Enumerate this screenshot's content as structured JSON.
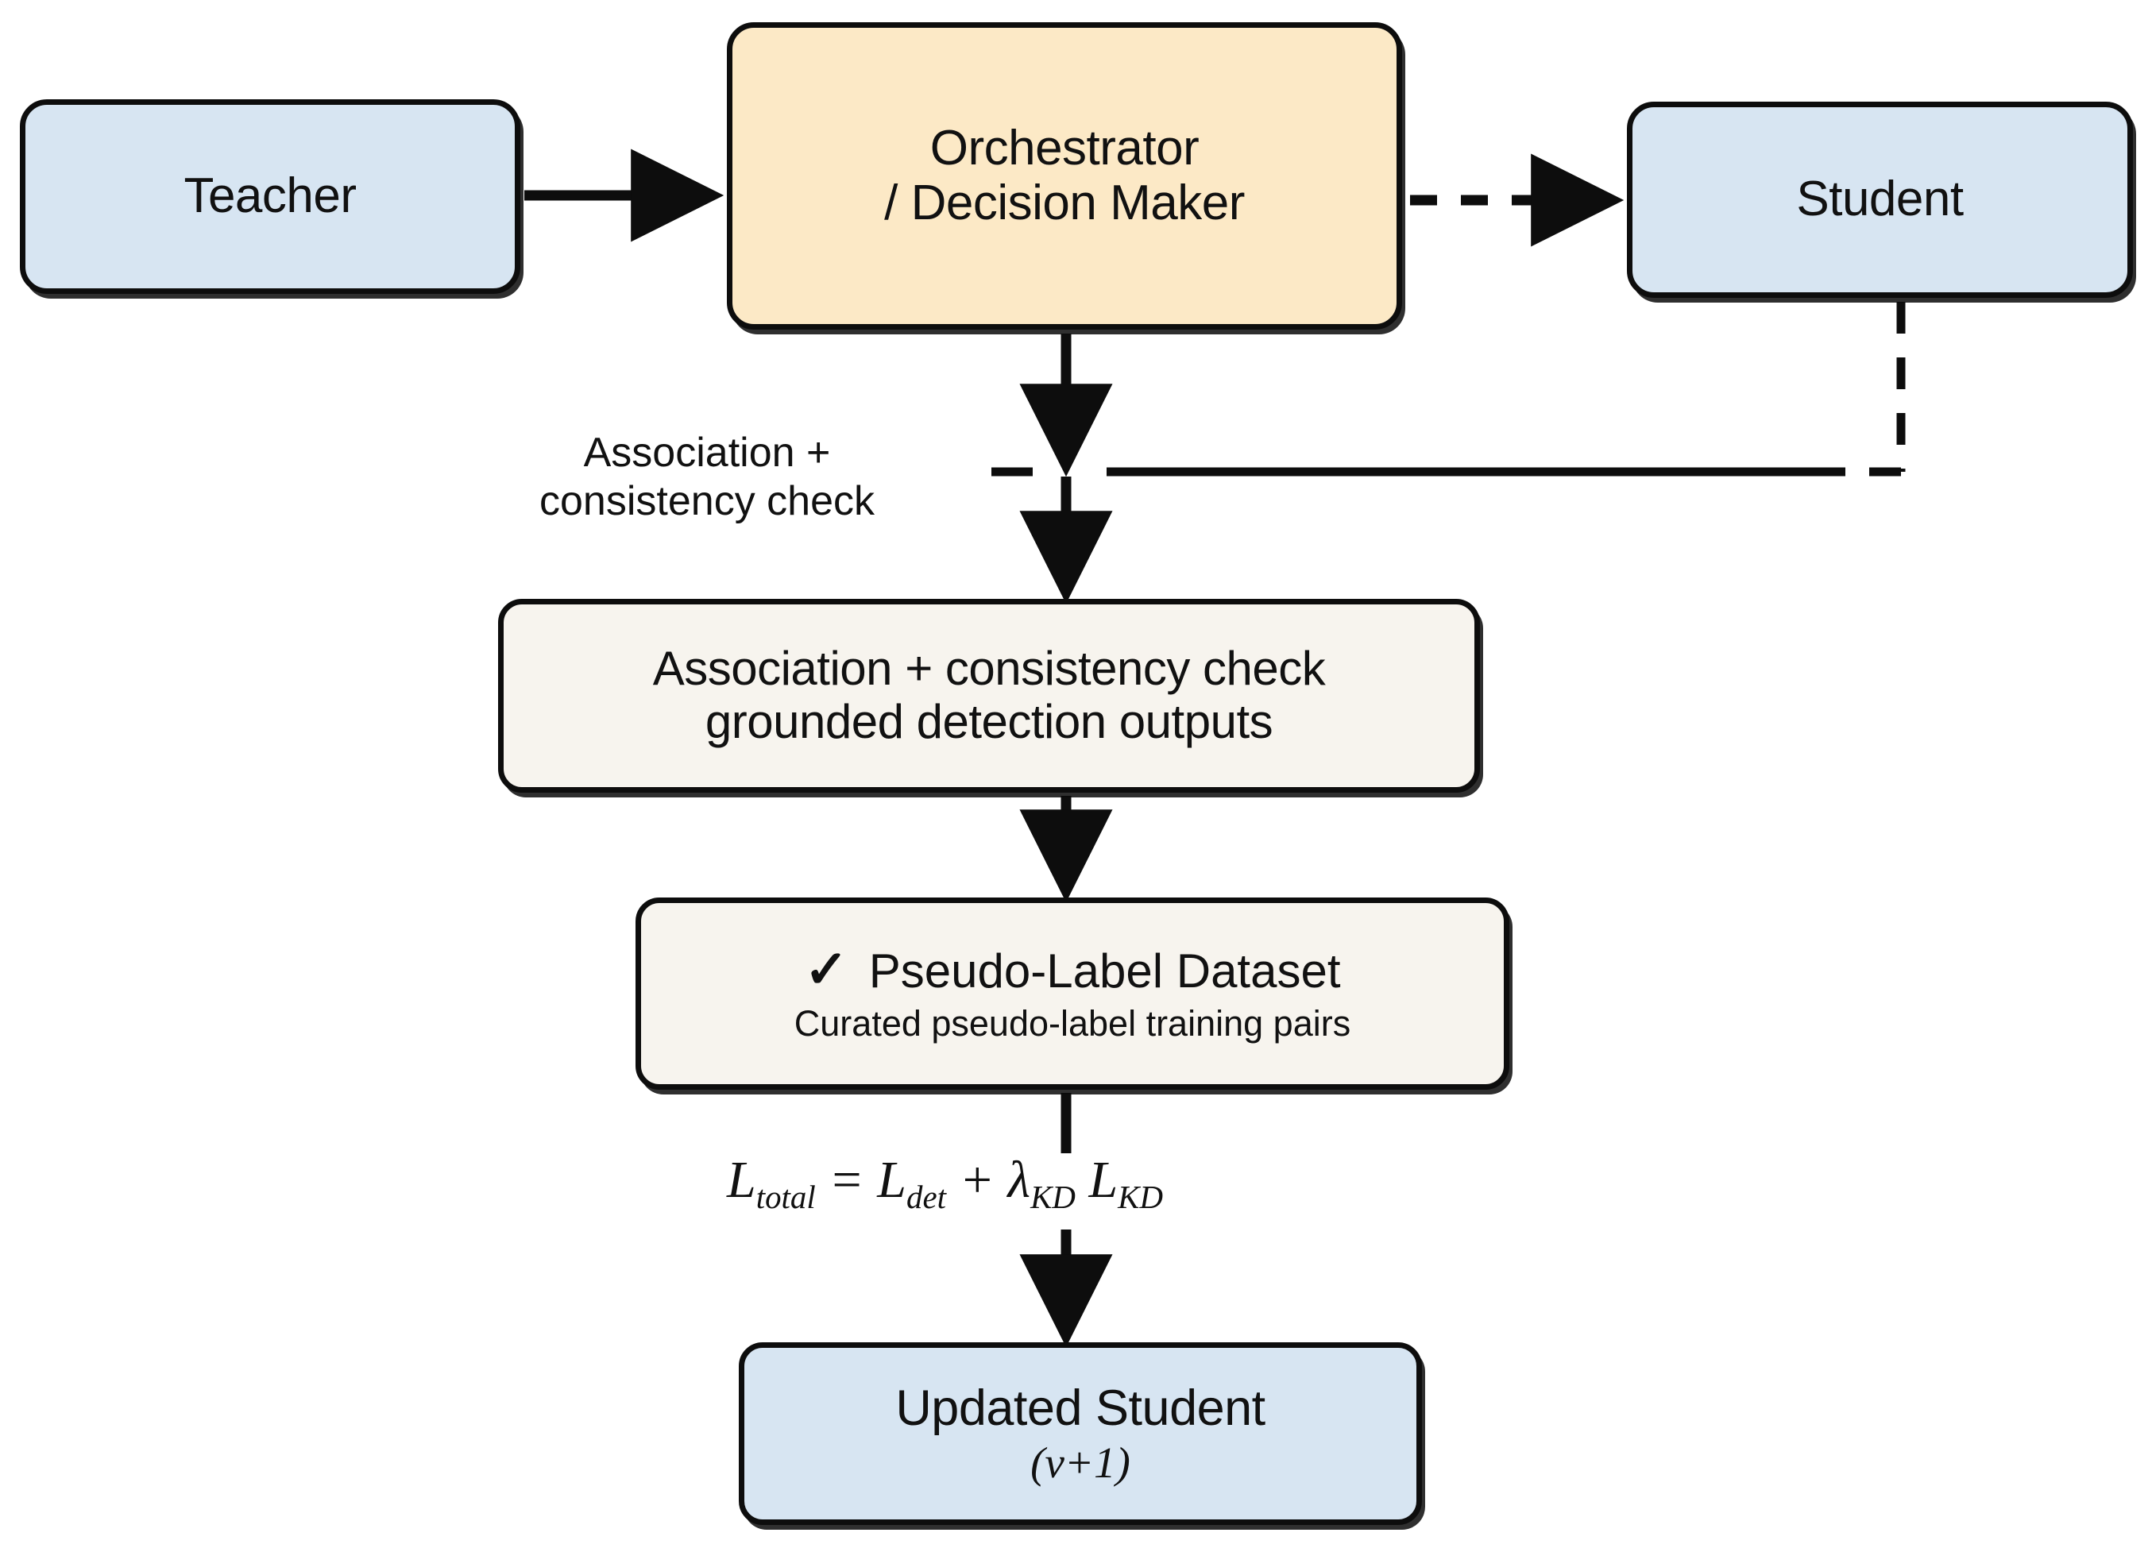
{
  "diagram": {
    "title": "Teacher-Student distillation orchestration flow",
    "background": "#ffffff",
    "colors": {
      "model_box_fill": "#d7e5f2",
      "orchestrator_fill": "#fce9c6",
      "artifact_fill": "#f7f4ee",
      "stroke": "#0d0d0d",
      "text": "#111111"
    }
  },
  "nodes": {
    "teacher": {
      "label": "Teacher"
    },
    "orchestrator": {
      "line1": "Orchestrator",
      "line2": "/ Decision Maker"
    },
    "student": {
      "label": "Student"
    },
    "detection_outputs": {
      "line1": "Association + consistency check",
      "line2": "grounded detection outputs"
    },
    "pseudo_label_dataset": {
      "check": "✓",
      "title": "Pseudo-Label Dataset",
      "subtitle": "Curated pseudo-label training pairs"
    },
    "updated_student": {
      "title": "Updated Student",
      "iteration": "(ν+1)"
    }
  },
  "edges": {
    "teacher_to_orchestrator": {
      "style": "solid",
      "label": ""
    },
    "orchestrator_to_student": {
      "style": "dashed",
      "label": ""
    },
    "student_feedback": {
      "style": "dashed-to-solid",
      "label": ""
    },
    "orchestrator_to_detection": {
      "style": "solid",
      "label": "Association +\nconsistency check"
    },
    "detection_to_pseudo": {
      "style": "solid",
      "label": ""
    },
    "pseudo_to_updated": {
      "style": "solid",
      "label": ""
    }
  },
  "formula": {
    "total": "L",
    "total_sub": "total",
    "eq": " = ",
    "det": "L",
    "det_sub": "det",
    "plus": " + ",
    "lambda": "λ",
    "lambda_sub": "KD",
    "kd": "L",
    "kd_sub": "KD"
  }
}
